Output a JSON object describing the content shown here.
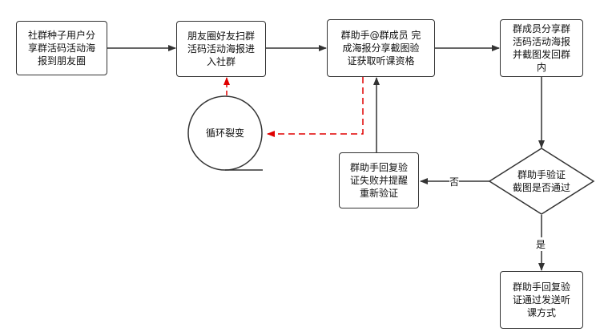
{
  "nodes": {
    "n1": "社群种子用户分\n享群活码活动海\n报到朋友圈",
    "n2": "朋友圈好友扫群\n活码活动海报进\n入社群",
    "n3": "群助手@群成员 完\n成海报分享截图验\n证获取听课资格",
    "n4": "群成员分享群\n活码活动海报\n并截图发回群\n内",
    "decision": "群助手验证\n截图是否通过",
    "fail": "群助手回复验\n证失败并提醒\n重新验证",
    "pass": "群助手回复验\n证通过发送听\n课方式",
    "loop": "循环裂变"
  },
  "edges": {
    "no_label": "否",
    "yes_label": "是"
  },
  "colors": {
    "line": "#333333",
    "loop_line": "#e00000"
  }
}
